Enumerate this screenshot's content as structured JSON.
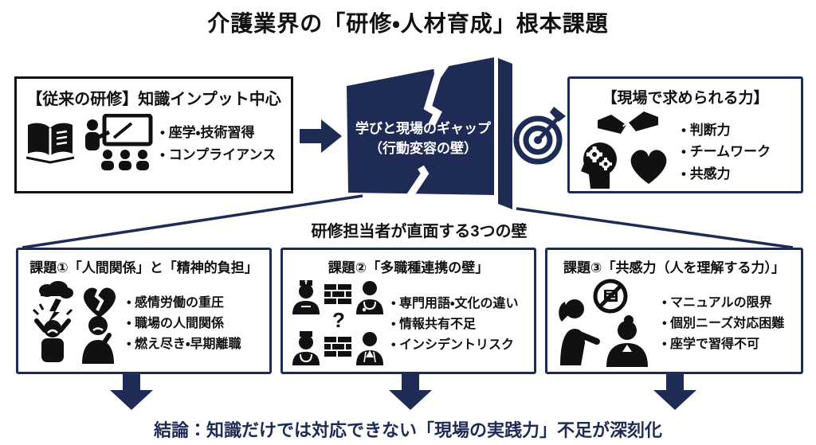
{
  "title": "介護業界の「研修・人材育成」根本課題",
  "colors": {
    "navy": "#1e2b55",
    "black": "#111111",
    "white": "#ffffff"
  },
  "top": {
    "left_box": {
      "title": "【従来の研修】知識インプット中心",
      "icons": [
        "book-icon",
        "teacher-blackboard-icon"
      ],
      "items": [
        "座学・技術習得",
        "コンプライアンス"
      ]
    },
    "wall": {
      "line1": "学びと現場のギャップ",
      "line2": "（行動変容の壁）",
      "icons": [
        "cracked-wall-icon",
        "arrow-right-icon",
        "target-dart-icon"
      ]
    },
    "right_box": {
      "title": "【現場で求められる力】",
      "icons": [
        "handshake-icon",
        "brain-gears-icon",
        "heart-icon"
      ],
      "items": [
        "判断力",
        "チームワーク",
        "共感力"
      ]
    }
  },
  "middle": {
    "heading": "研修担当者が直面する3つの壁"
  },
  "issues": [
    {
      "title": "課題①「人間関係」と「精神的負担」",
      "icons": [
        "stressed-person-icon",
        "broken-heart-icon",
        "sad-person-icon"
      ],
      "items": [
        "感情労働の重圧",
        "職場の人間関係",
        "燃え尽き・早期離職"
      ]
    },
    {
      "title": "課題②「多職種連携の壁」",
      "icons": [
        "nurse-icon",
        "brick-wall-icon",
        "doctor-icon"
      ],
      "connector": "?",
      "items": [
        "専門用語・文化の違い",
        "情報共有不足",
        "インシデントリスク"
      ]
    },
    {
      "title": "課題③「共感力（人を理解する力）」",
      "icons": [
        "no-manual-icon",
        "caregiver-icon",
        "elderly-person-icon"
      ],
      "items": [
        "マニュアルの限界",
        "個別ニーズ対応困難",
        "座学で習得不可"
      ]
    }
  ],
  "conclusion": "結論：知識だけでは対応できない「現場の実践力」不足が深刻化"
}
